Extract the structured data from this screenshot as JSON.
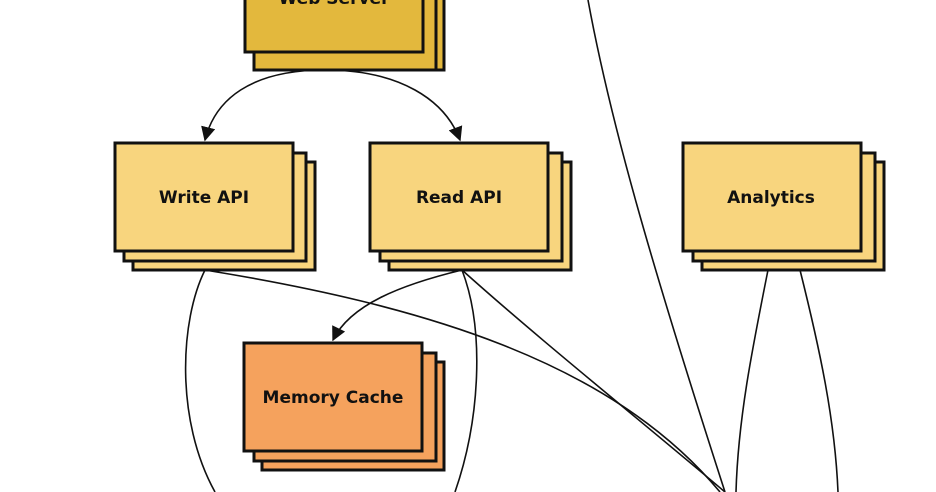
{
  "colors": {
    "background": "#ffffff",
    "stroke": "#111111",
    "node_yellow": "#f8d57e",
    "node_gold": "#e3b83d",
    "node_orange": "#f5a25d"
  },
  "nodes": {
    "web_server": {
      "label": "Web Server"
    },
    "write_api": {
      "label": "Write API"
    },
    "read_api": {
      "label": "Read API"
    },
    "analytics": {
      "label": "Analytics"
    },
    "memory_cache": {
      "label": "Memory Cache"
    }
  }
}
